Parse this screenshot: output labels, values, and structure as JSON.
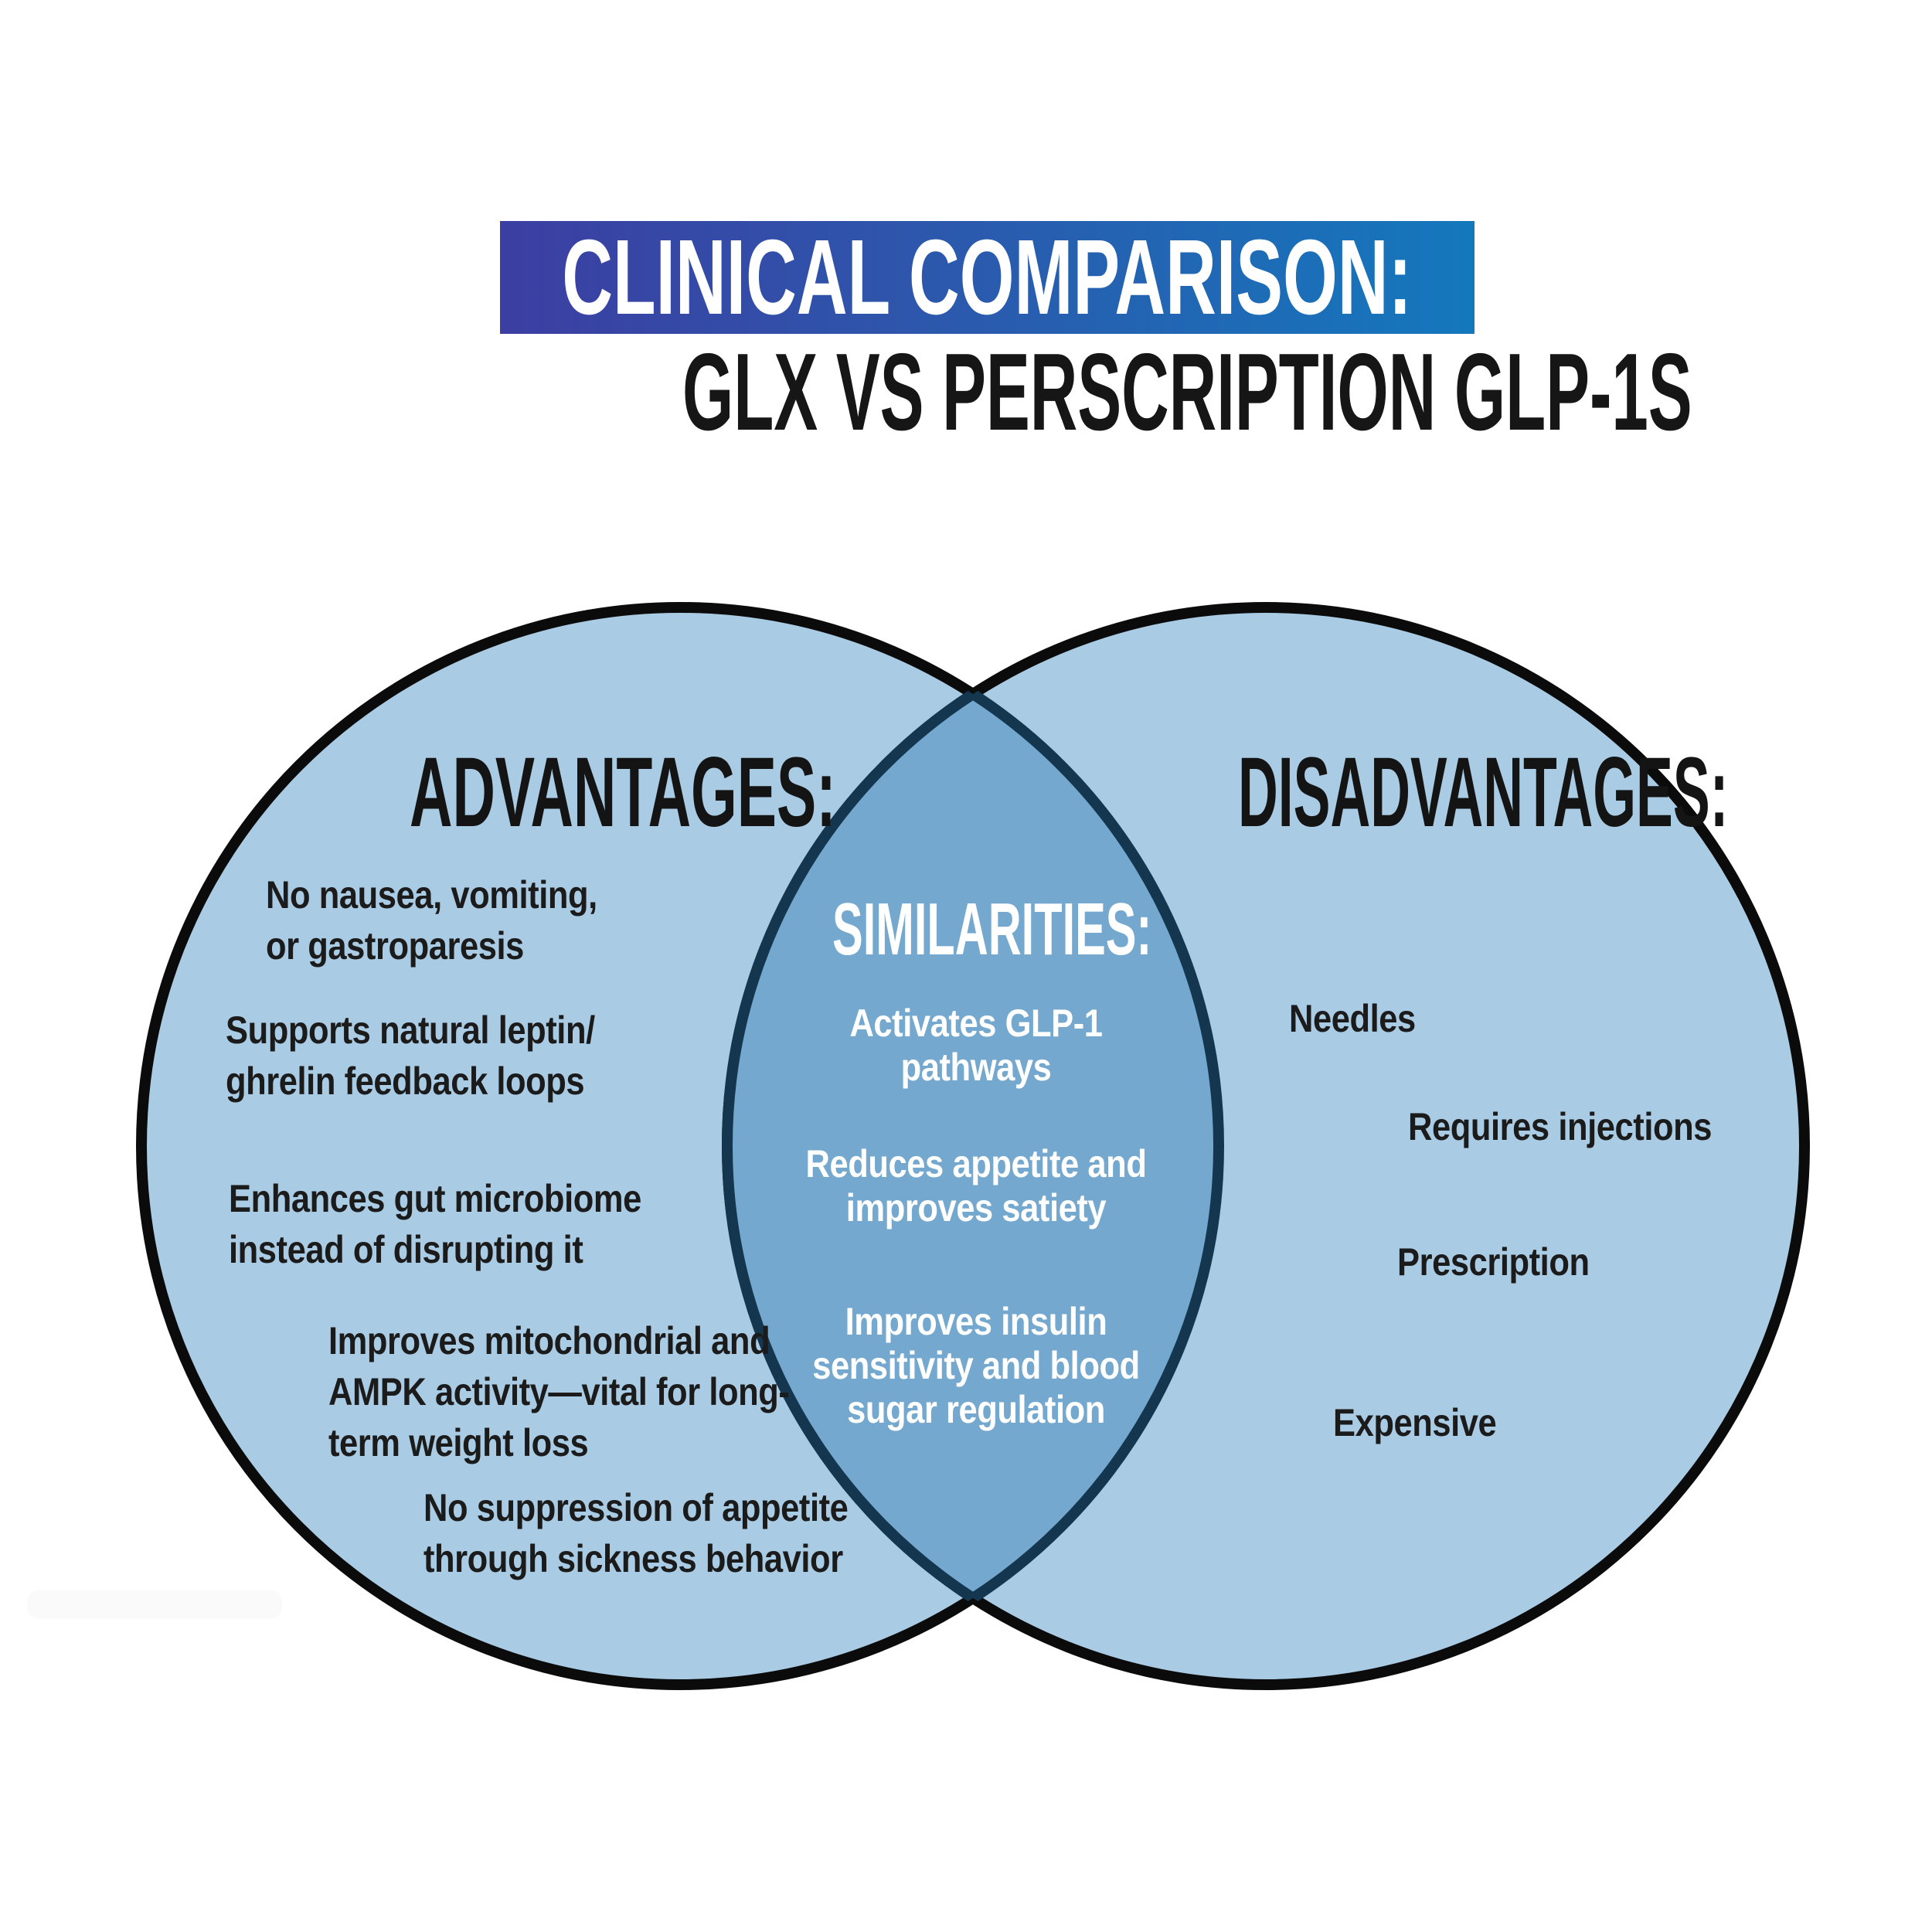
{
  "title": {
    "band": "CLINICAL COMPARISON:",
    "subtitle": "GLX VS PERSCRIPTION GLP-1S"
  },
  "colors": {
    "band_gradient_start": "#3c3ea2",
    "band_gradient_end": "#1478bd",
    "circle_fill": "#a9cbe4",
    "circle_stroke": "#0b0b0b",
    "overlap_fill": "#74a8ce",
    "overlap_stroke": "#14374f",
    "text_dark": "#1b1b1b",
    "text_light": "#ffffff"
  },
  "venn": {
    "left": {
      "heading": "ADVANTAGES:",
      "items": [
        "No nausea, vomiting,\nor gastroparesis",
        "Supports natural leptin/\nghrelin feedback loops",
        "Enhances gut microbiome\ninstead of disrupting it",
        "Improves mitochondrial and\nAMPK activity—vital for long-\nterm weight loss",
        "No suppression of appetite\nthrough sickness behavior"
      ]
    },
    "center": {
      "heading": "SIMILARITIES:",
      "items": [
        "Activates GLP-1\npathways",
        "Reduces appetite and\nimproves satiety",
        "Improves insulin\nsensitivity and blood\nsugar regulation"
      ]
    },
    "right": {
      "heading": "DISADVANTAGES:",
      "items": [
        "Needles",
        "Requires injections",
        "Prescription",
        "Expensive"
      ]
    }
  }
}
